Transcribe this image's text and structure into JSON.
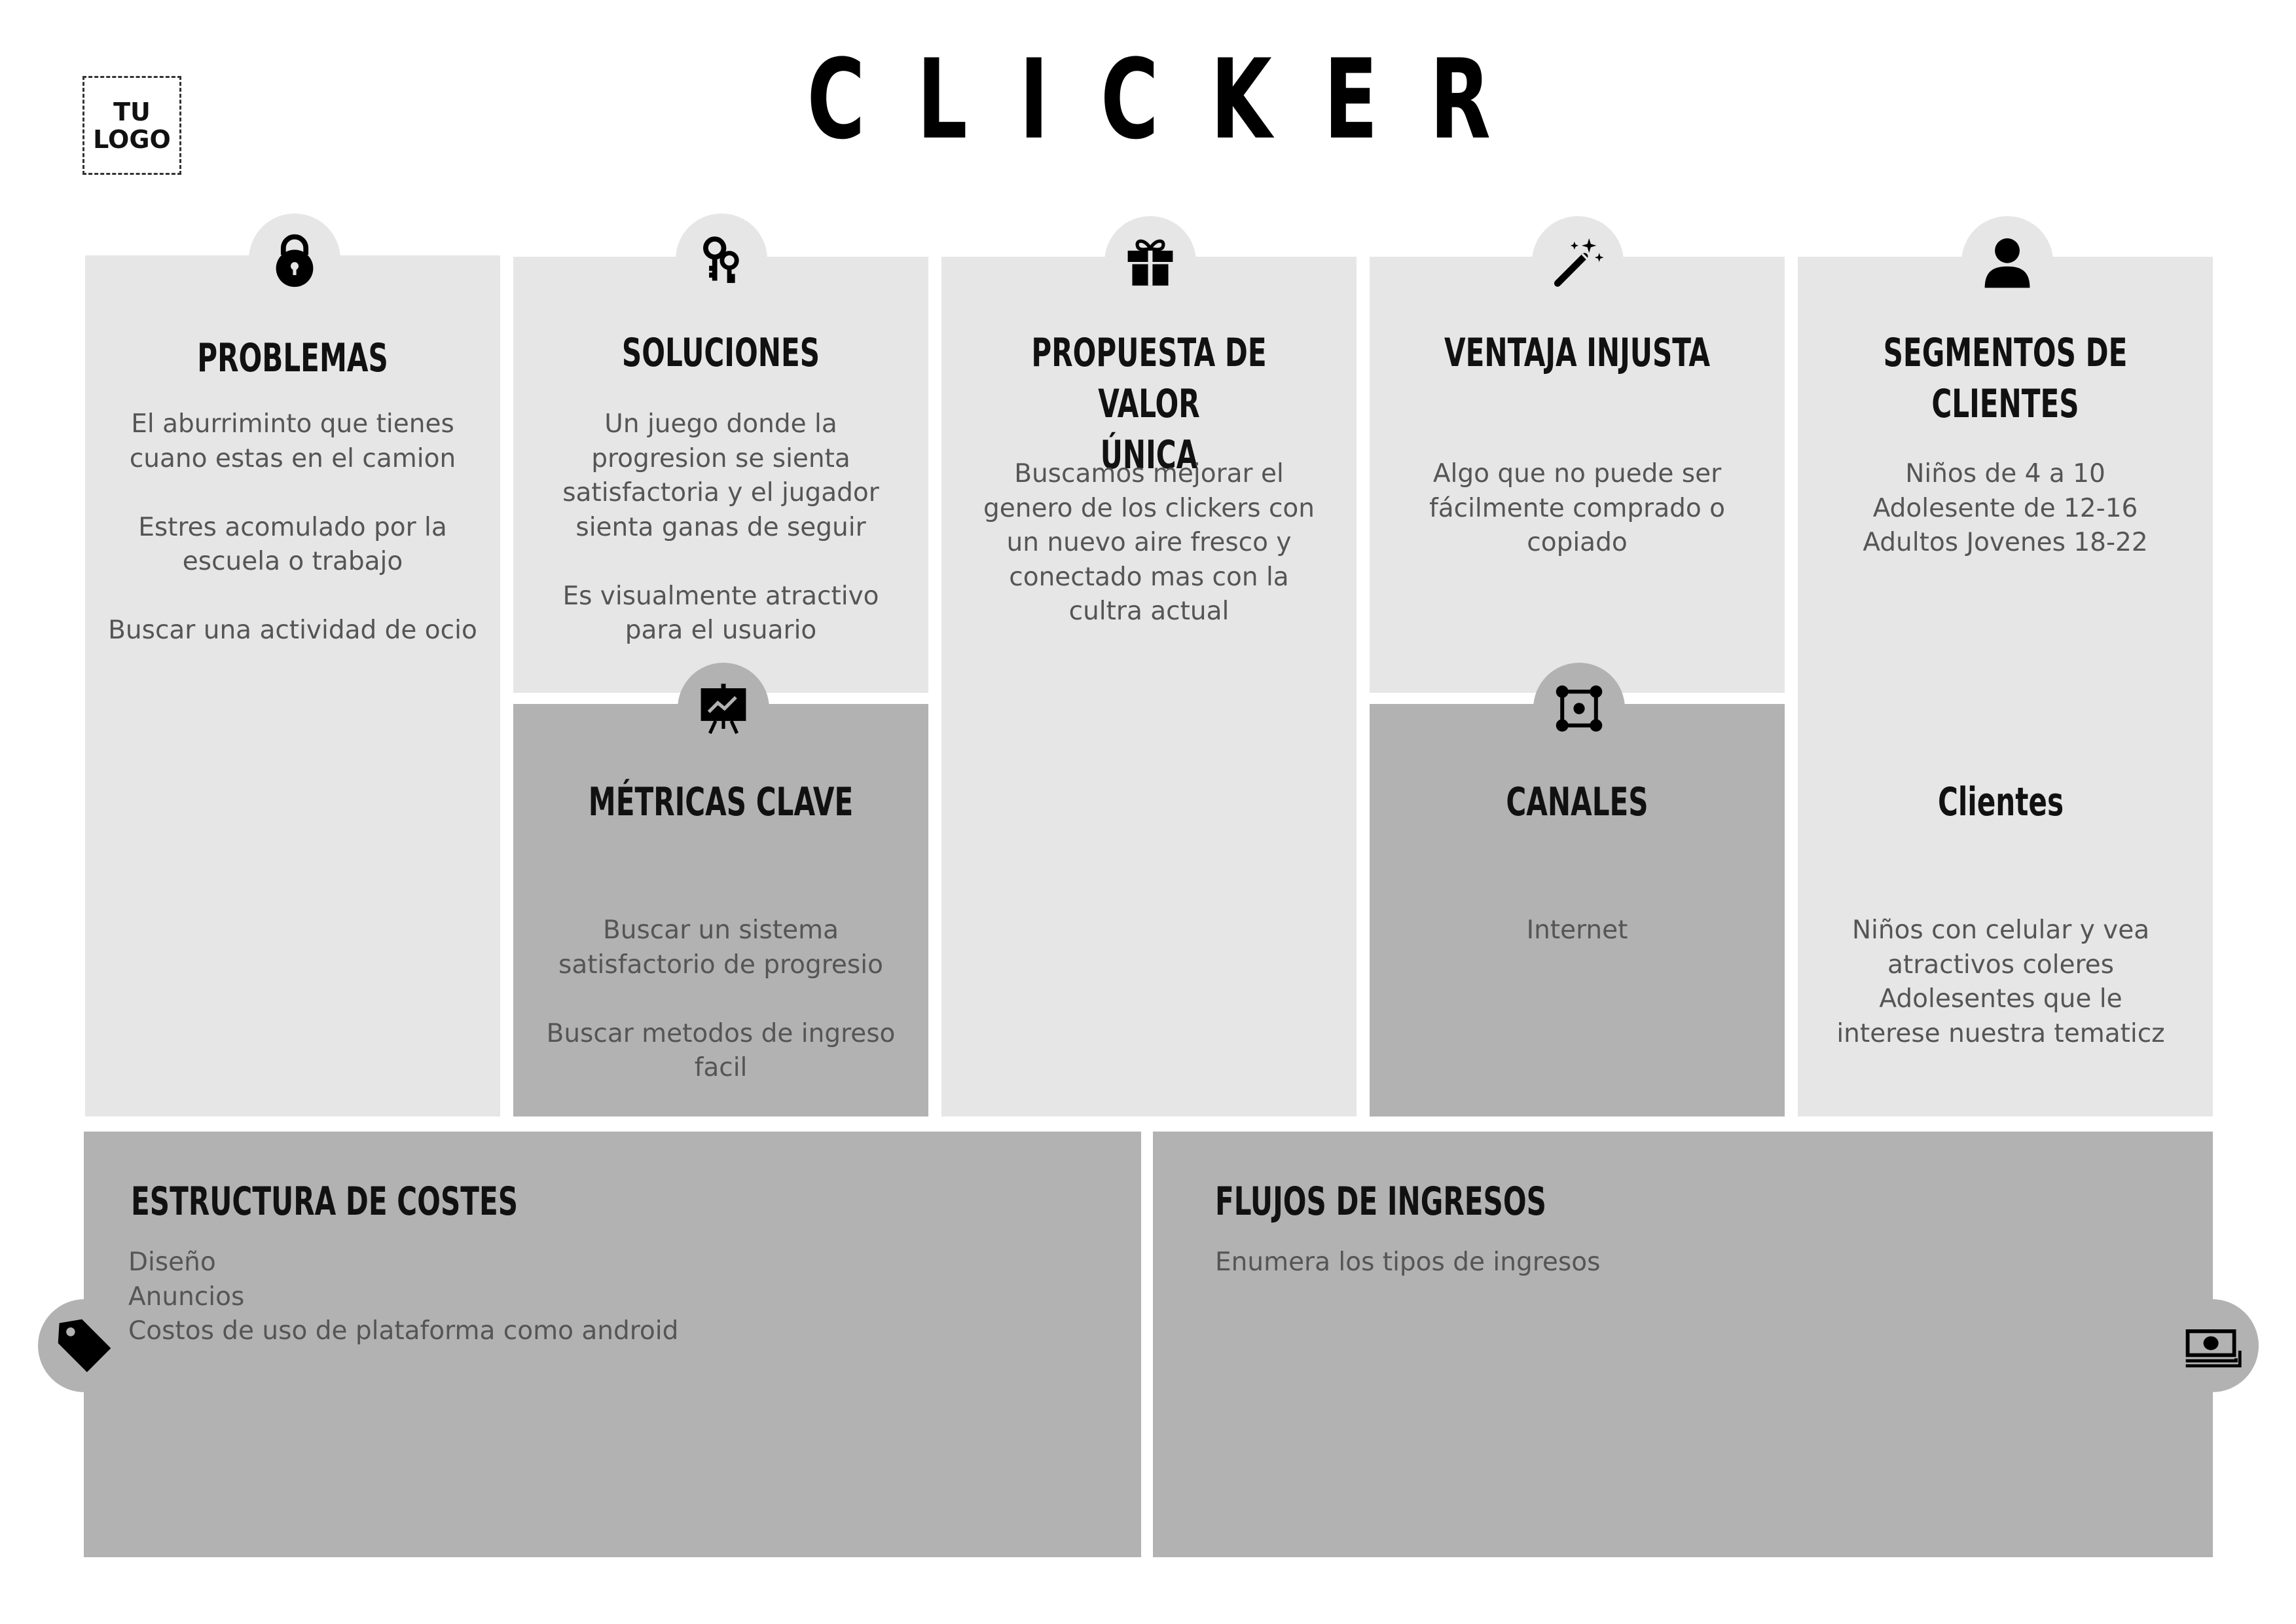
{
  "logo": {
    "text": "TU\nLOGO"
  },
  "title": "CLICKER",
  "colors": {
    "light_panel": "#e6e6e6",
    "dark_panel": "#b2b2b2",
    "heading": "#111111",
    "body": "#555555"
  },
  "blocks": {
    "problemas": {
      "icon": "padlock-icon",
      "heading": "PROBLEMAS",
      "text": "El aburriminto que tienes\ncuano estas en el camion\n\nEstres acomulado por la\nescuela o trabajo\n\nBuscar una actividad de ocio"
    },
    "soluciones": {
      "icon": "keys-icon",
      "heading": "SOLUCIONES",
      "text": "Un juego donde la\nprogresion se sienta\nsatisfactoria y el jugador\nsienta ganas de seguir\n\nEs visualmente atractivo\npara el usuario"
    },
    "metricas": {
      "icon": "presentation-chart-icon",
      "heading": "MÉTRICAS CLAVE",
      "text": "Buscar un sistema\nsatisfactorio de progresio\n\nBuscar metodos de ingreso\nfacil"
    },
    "propuesta": {
      "icon": "gift-icon",
      "heading": "PROPUESTA DE VALOR\nÚNICA",
      "text": "Buscamos mejorar el\ngenero de los clickers con\nun nuevo aire fresco y\nconectado mas con la\ncultra actual"
    },
    "ventaja": {
      "icon": "magic-wand-icon",
      "heading": "VENTAJA INJUSTA",
      "text": "Algo que no puede ser\nfácilmente comprado o\ncopiado"
    },
    "canales": {
      "icon": "nodes-square-icon",
      "heading": "CANALES",
      "text": "Internet"
    },
    "segmentos": {
      "icon": "user-icon",
      "heading": "SEGMENTOS DE\nCLIENTES",
      "text": "Niños de 4 a 10\nAdolesente de 12-16\nAdultos Jovenes 18-22",
      "sub_heading": "Clientes",
      "sub_text": "Niños con celular y vea\natractivos coleres\nAdolesentes que le\ninterese nuestra tematicz"
    },
    "costes": {
      "icon": "price-tag-icon",
      "heading": "ESTRUCTURA DE COSTES",
      "text": "Diseño\nAnuncios\nCostos de uso de plataforma como android"
    },
    "ingresos": {
      "icon": "money-stack-icon",
      "heading": "FLUJOS DE INGRESOS",
      "text": "Enumera los tipos de ingresos"
    }
  }
}
